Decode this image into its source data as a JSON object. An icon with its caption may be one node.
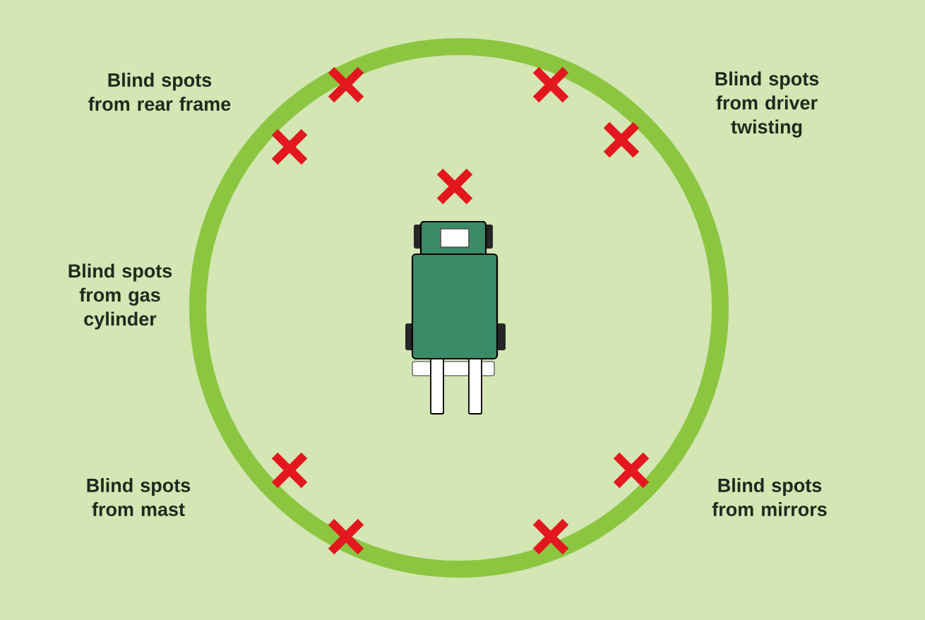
{
  "diagram": {
    "labels": [
      "Blind spots from rear frame",
      "Blind spots from driver twisting",
      "Blind spots from gas cylinder",
      "Blind spots from mast",
      "Blind spots from mirrors"
    ]
  }
}
